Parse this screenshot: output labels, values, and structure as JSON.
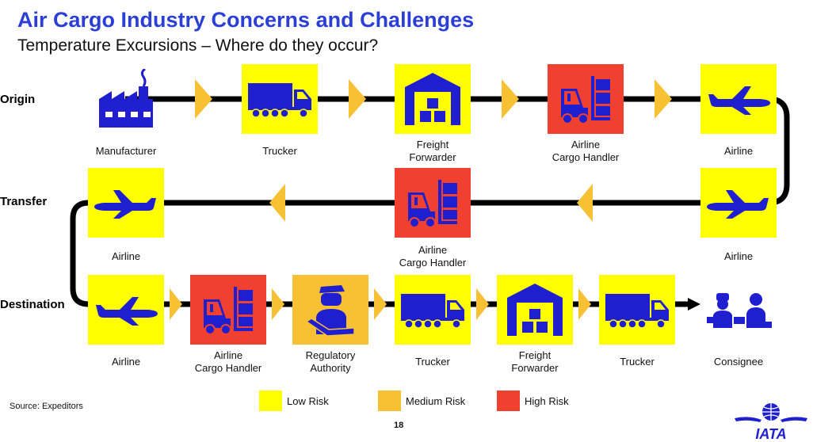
{
  "header": {
    "title": "Air Cargo Industry Concerns and Challenges",
    "subtitle": "Temperature Excursions – Where do they occur?"
  },
  "rows": {
    "origin": "Origin",
    "transfer": "Transfer",
    "destination": "Destination"
  },
  "nodes": [
    {
      "id": "n1",
      "label": "Manufacturer",
      "icon": "factory-icon",
      "risk": "none"
    },
    {
      "id": "n2",
      "label": "Trucker",
      "icon": "truck-icon",
      "risk": "low"
    },
    {
      "id": "n3",
      "label": "Freight\nForwarder",
      "icon": "warehouse-icon",
      "risk": "low"
    },
    {
      "id": "n4",
      "label": "Airline\nCargo Handler",
      "icon": "forklift-icon",
      "risk": "high"
    },
    {
      "id": "n5",
      "label": "Airline",
      "icon": "airplane-icon",
      "risk": "low"
    },
    {
      "id": "n6",
      "label": "Airline",
      "icon": "airplane-icon",
      "risk": "low"
    },
    {
      "id": "n7",
      "label": "Airline\nCargo Handler",
      "icon": "forklift-icon",
      "risk": "high"
    },
    {
      "id": "n8",
      "label": "Airline",
      "icon": "airplane-icon",
      "risk": "low"
    },
    {
      "id": "n9",
      "label": "Airline",
      "icon": "airplane-icon",
      "risk": "low"
    },
    {
      "id": "n10",
      "label": "Airline\nCargo Handler",
      "icon": "forklift-icon",
      "risk": "high"
    },
    {
      "id": "n11",
      "label": "Regulatory\nAuthority",
      "icon": "customs-officer-icon",
      "risk": "medium"
    },
    {
      "id": "n12",
      "label": "Trucker",
      "icon": "truck-icon",
      "risk": "low"
    },
    {
      "id": "n13",
      "label": "Freight\nForwarder",
      "icon": "warehouse-icon",
      "risk": "low"
    },
    {
      "id": "n14",
      "label": "Trucker",
      "icon": "truck-icon",
      "risk": "low"
    },
    {
      "id": "n15",
      "label": "Consignee",
      "icon": "consignee-icon",
      "risk": "none"
    }
  ],
  "legend": {
    "low": "Low Risk",
    "medium": "Medium Risk",
    "high": "High Risk"
  },
  "colors": {
    "low": "#ffff00",
    "medium": "#f8c033",
    "high": "#f04030",
    "icon": "#1f1fd0",
    "arrow": "#f8c033",
    "title": "#2b3fd6"
  },
  "footer": {
    "source": "Source: Expeditors",
    "page": "18",
    "logo_text": "IATA"
  }
}
